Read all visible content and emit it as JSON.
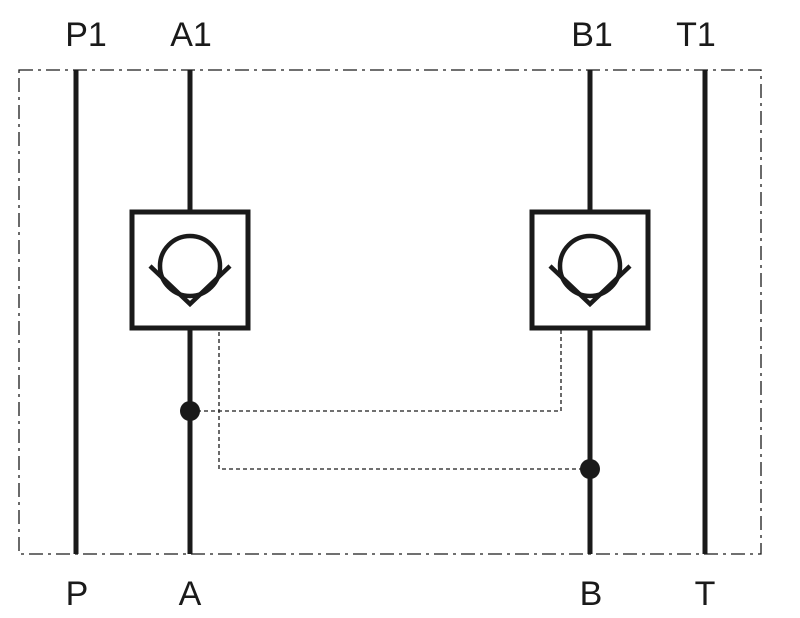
{
  "ports": {
    "top": {
      "p1": "P1",
      "a1": "A1",
      "b1": "B1",
      "t1": "T1"
    },
    "bottom": {
      "p": "P",
      "a": "A",
      "b": "B",
      "t": "T"
    }
  },
  "colors": {
    "line": "#1a1a1a",
    "background": "#ffffff"
  }
}
